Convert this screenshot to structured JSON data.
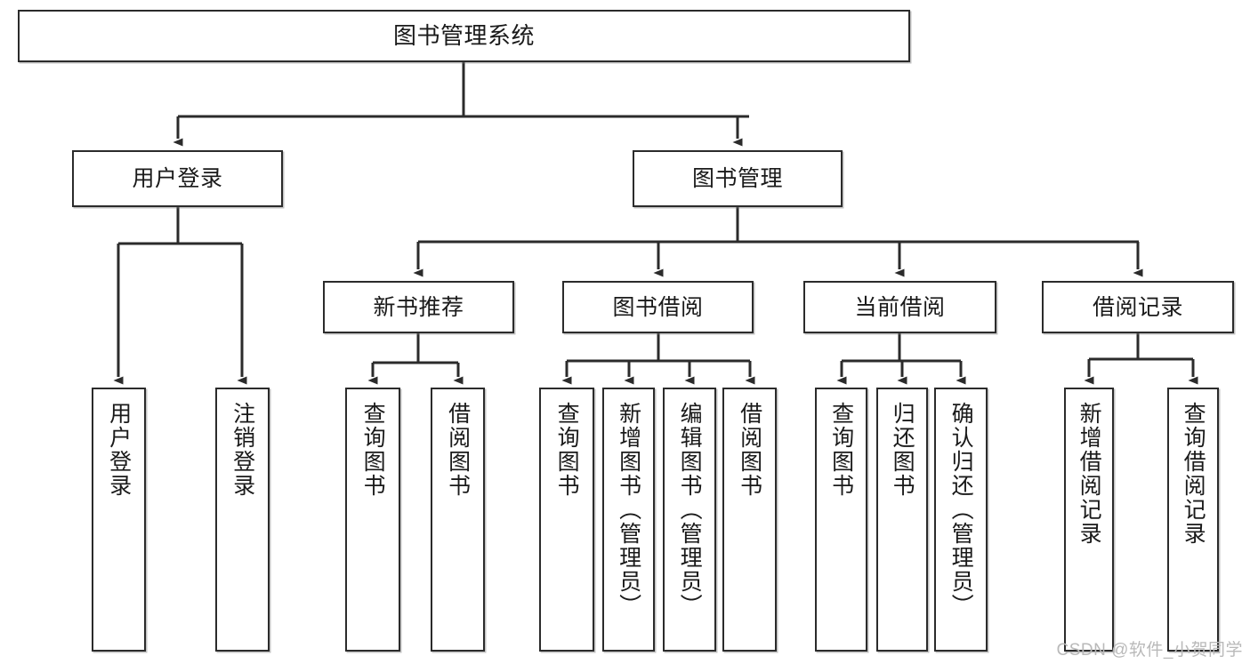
{
  "diagram": {
    "title": "图书管理系统",
    "watermark": "CSDN @软件_小贺同学",
    "line_color": "#2b2b2b",
    "box_fill": "#ffffff",
    "text_color": "#1a1a1a",
    "watermark_color": "#b9b9b9"
  },
  "nodes": {
    "root": {
      "label": "图书管理系统"
    },
    "level2": [
      {
        "label": "用户登录"
      },
      {
        "label": "图书管理"
      }
    ],
    "level3": [
      {
        "label": "新书推荐"
      },
      {
        "label": "图书借阅"
      },
      {
        "label": "当前借阅"
      },
      {
        "label": "借阅记录"
      }
    ],
    "leaves": {
      "user_login": [
        {
          "label": "用户登录"
        },
        {
          "label": "注销登录"
        }
      ],
      "new_book": [
        {
          "label": "查询图书"
        },
        {
          "label": "借阅图书"
        }
      ],
      "borrow_book": [
        {
          "label": "查询图书"
        },
        {
          "label": "新增图书（管理员）"
        },
        {
          "label": "编辑图书（管理员）"
        },
        {
          "label": "借阅图书"
        }
      ],
      "current_borrow": [
        {
          "label": "查询图书"
        },
        {
          "label": "归还图书"
        },
        {
          "label": "确认归还（管理员）"
        }
      ],
      "borrow_record": [
        {
          "label": "新增借阅记录"
        },
        {
          "label": "查询借阅记录"
        }
      ]
    }
  }
}
